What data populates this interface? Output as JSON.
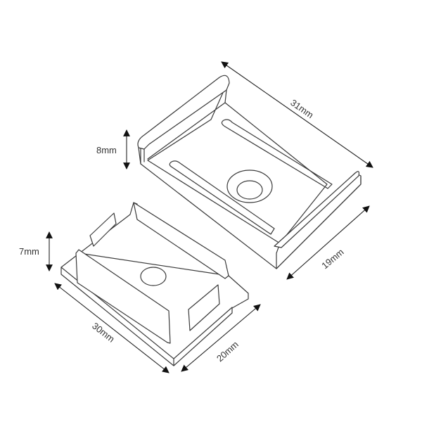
{
  "dimensions": {
    "clip_length": "31mm",
    "clip_width": "19mm",
    "clip_height": "8mm",
    "cap_height": "7mm",
    "cap_length": "30mm",
    "cap_width": "20mm"
  },
  "colors": {
    "line": "#3a3a3a",
    "background": "#ffffff"
  }
}
